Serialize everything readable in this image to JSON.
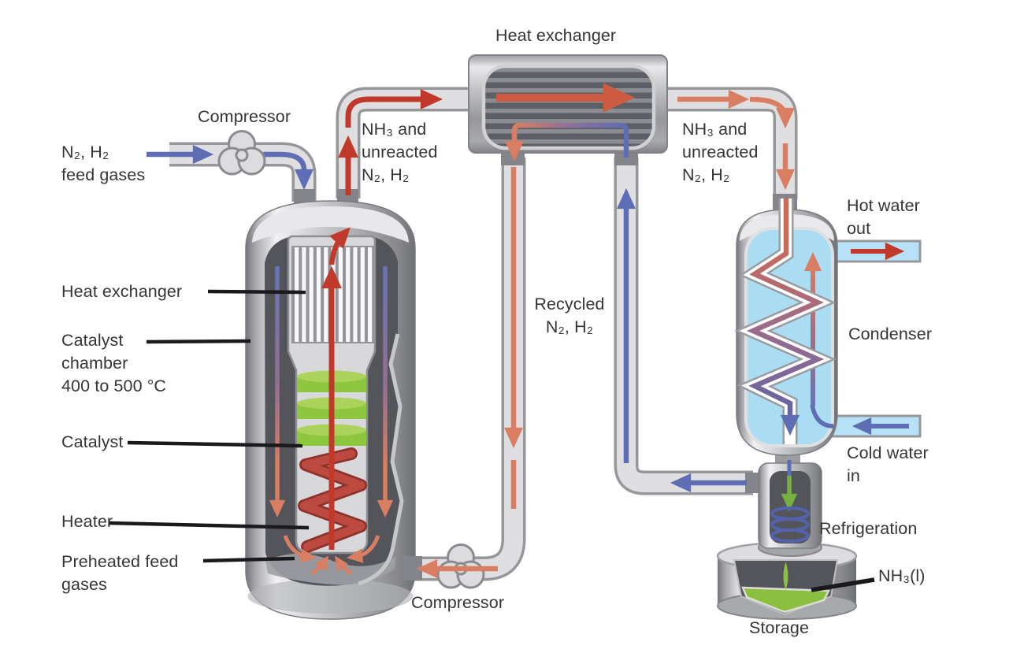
{
  "colors": {
    "hot_gas": "#c0392b",
    "warm_gas": "#cc5b41",
    "cooling_gas": "#d97e62",
    "cool_gas": "#5f6db4",
    "water_fill": "#aadcf4",
    "water_pipe_fill": "#b7e1f6",
    "catalyst_green": "#8dc63f",
    "ammonia_green": "#8bbf3f",
    "refrig_green": "#76b043",
    "pipe_fill": "#dfdfe1",
    "pipe_edge": "#96979b",
    "vessel_dark": "#54555b",
    "label_text": "#353537"
  },
  "labels": {
    "feed_gases": "N₂, H₂\nfeed gases",
    "compressor_top": "Compressor",
    "heat_exchanger_top": "Heat exchanger",
    "nh3_unreacted_left": "NH₃ and\nunreacted\nN₂, H₂",
    "nh3_unreacted_right": "NH₃ and\nunreacted\nN₂, H₂",
    "recycled": "Recycled\nN₂, H₂",
    "hot_water_out": "Hot water\nout",
    "condenser": "Condenser",
    "cold_water_in": "Cold water\nin",
    "refrigeration": "Refrigeration",
    "nh3_liquid": "NH₃(l)",
    "storage": "Storage",
    "heat_exchanger_internal": "Heat exchanger",
    "catalyst_chamber": "Catalyst\nchamber\n400 to 500 °C",
    "catalyst": "Catalyst",
    "heater": "Heater",
    "preheated_feed_gases": "Preheated feed\ngases",
    "compressor_bottom": "Compressor"
  }
}
